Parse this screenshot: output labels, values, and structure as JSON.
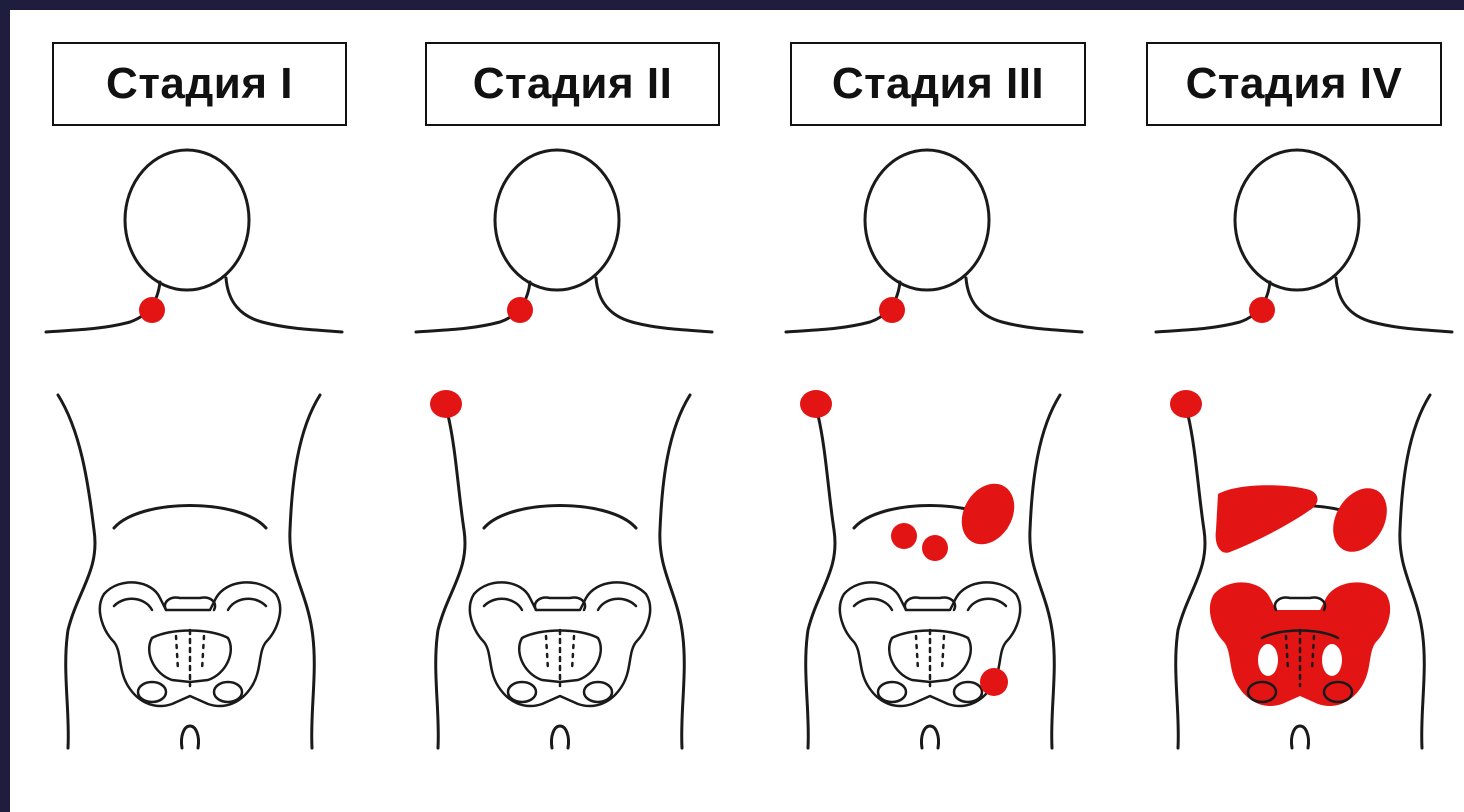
{
  "colors": {
    "lesion": "#e31414",
    "outline": "#1a1a1a",
    "background": "#1f1d3d"
  },
  "stages": [
    {
      "label": "Стадия I"
    },
    {
      "label": "Стадия II"
    },
    {
      "label": "Стадия III"
    },
    {
      "label": "Стадия IV"
    }
  ]
}
